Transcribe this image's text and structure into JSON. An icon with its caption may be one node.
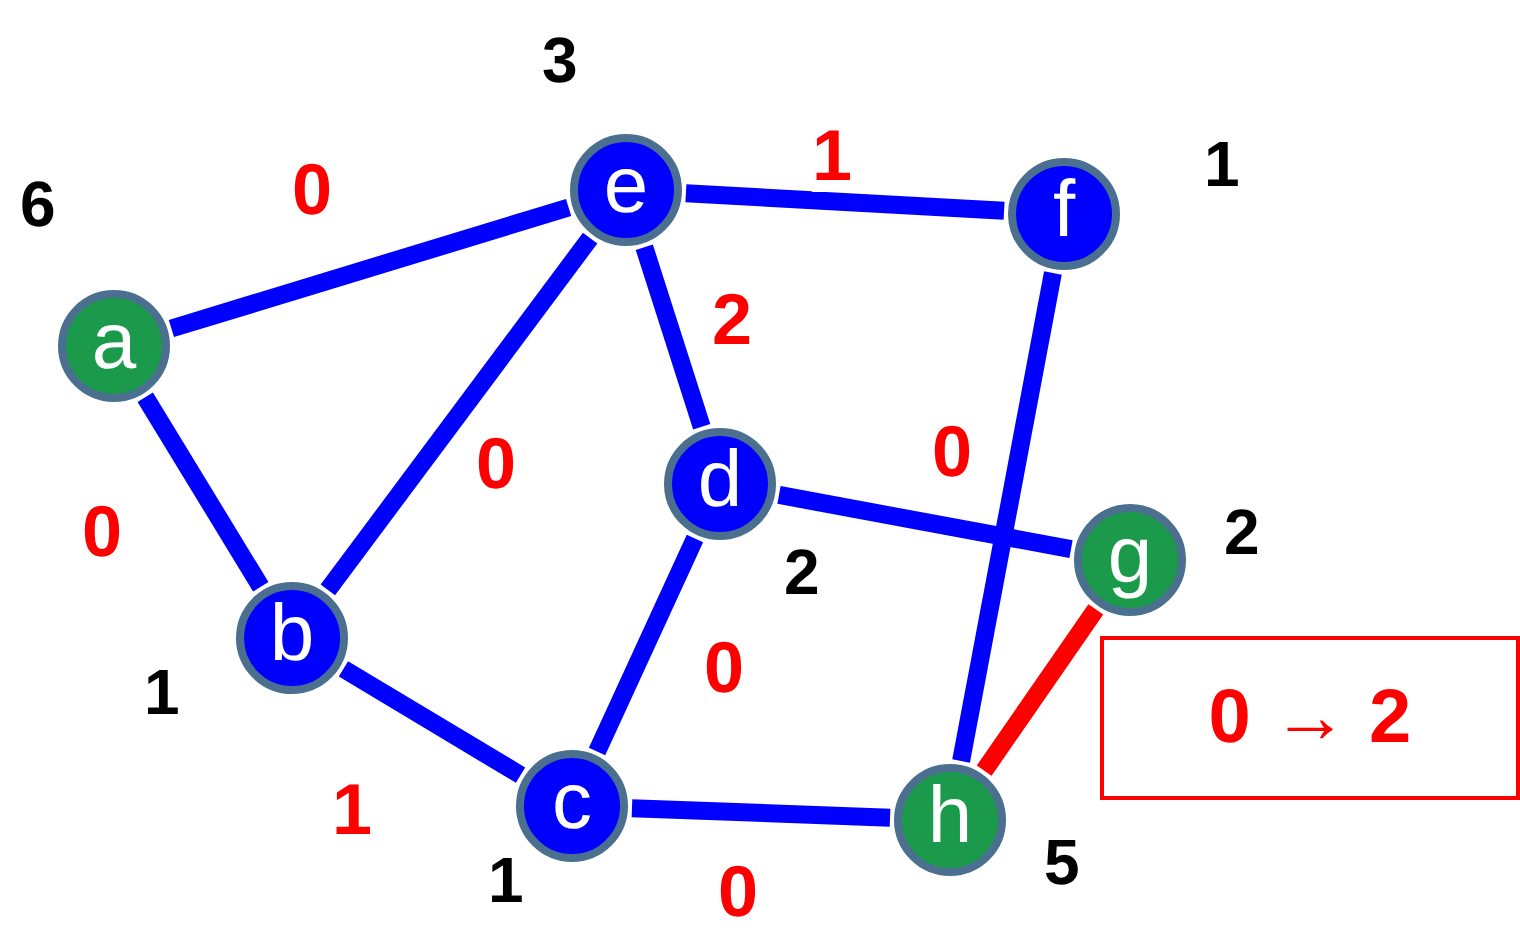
{
  "diagram": {
    "nodes": [
      {
        "text": [
          "a"
        ],
        "beside": [
          "6"
        ]
      },
      {
        "text": [
          "e"
        ],
        "beside": [
          "3"
        ]
      },
      {
        "text": [
          "f"
        ],
        "beside": [
          "1"
        ]
      },
      {
        "text": [
          "b"
        ],
        "beside": [
          "1"
        ]
      },
      {
        "text": [
          "d"
        ],
        "beside": [
          "2"
        ]
      },
      {
        "text": [
          "g"
        ],
        "beside": [
          "2"
        ]
      },
      {
        "text": [
          "c"
        ],
        "beside": [
          "1"
        ]
      },
      {
        "text": [
          "h"
        ],
        "beside": [
          "5"
        ]
      },
      {
        "text": [
          "0 → 2"
        ]
      }
    ],
    "edges": [
      {
        "from": 0,
        "to": 1,
        "arrow": "none",
        "label": "0"
      },
      {
        "from": 1,
        "to": 2,
        "arrow": "none",
        "label": "1"
      },
      {
        "from": 1,
        "to": 4,
        "arrow": "none",
        "label": "2"
      },
      {
        "from": 1,
        "to": 3,
        "arrow": "none",
        "label": "0"
      },
      {
        "from": 0,
        "to": 3,
        "arrow": "none",
        "label": "0"
      },
      {
        "from": 4,
        "to": 5,
        "arrow": "none",
        "label": "0"
      },
      {
        "from": 4,
        "to": 6,
        "arrow": "none",
        "label": "0"
      },
      {
        "from": 3,
        "to": 6,
        "arrow": "none",
        "label": "1"
      },
      {
        "from": 6,
        "to": 7,
        "arrow": "none",
        "label": "0"
      },
      {
        "from": 2,
        "to": 7,
        "arrow": "none"
      },
      {
        "from": 5,
        "to": 7,
        "arrow": "none",
        "color": "#ff0000"
      }
    ]
  }
}
